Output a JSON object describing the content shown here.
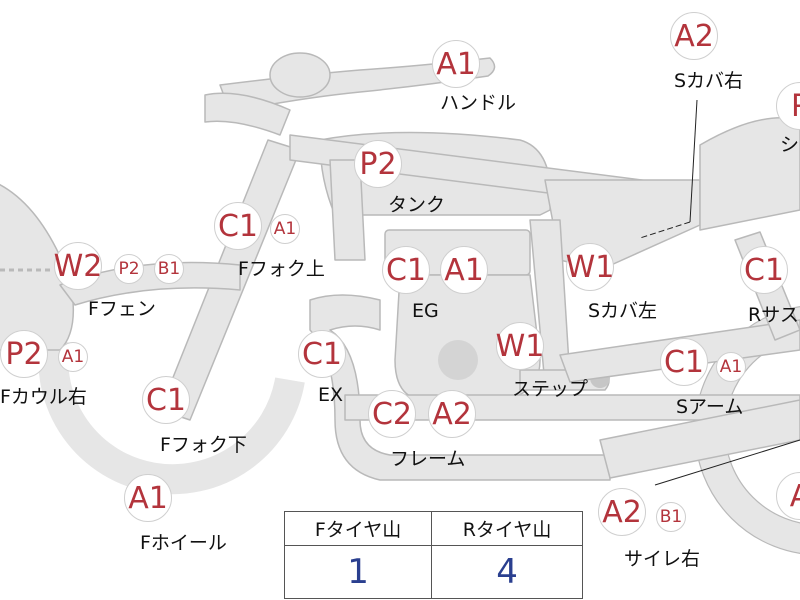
{
  "colors": {
    "body": "#e6e6e6",
    "outline": "#b9b9b9",
    "badge_text": "#b3343c",
    "table_value": "#2a3f8f"
  },
  "parts": {
    "handle": {
      "label": "ハンドル",
      "codes": [
        "A1"
      ]
    },
    "s_cover_r": {
      "label": "Sカバ右",
      "codes": [
        "A2"
      ]
    },
    "seat": {
      "label": "シ",
      "codes": [
        "P"
      ]
    },
    "tank": {
      "label": "タンク",
      "codes": [
        "P2"
      ]
    },
    "f_fork_up": {
      "label": "Fフォク上",
      "codes": [
        "C1",
        "A1"
      ]
    },
    "f_fender": {
      "label": "Fフェン",
      "codes": [
        "W2",
        "P2",
        "B1"
      ]
    },
    "engine": {
      "label": "EG",
      "codes": [
        "C1",
        "A1"
      ]
    },
    "s_cover_l": {
      "label": "Sカバ左",
      "codes": [
        "W1"
      ]
    },
    "r_sus": {
      "label": "Rサス",
      "codes": [
        "C1"
      ]
    },
    "f_cowl_r": {
      "label": "Fカウル右",
      "codes": [
        "P2",
        "A1"
      ]
    },
    "ex": {
      "label": "EX",
      "codes": [
        "C1"
      ]
    },
    "step": {
      "label": "ステップ",
      "codes": [
        "W1"
      ]
    },
    "s_arm": {
      "label": "Sアーム",
      "codes": [
        "C1",
        "A1"
      ]
    },
    "f_fork_low": {
      "label": "Fフォク下",
      "codes": [
        "C1"
      ]
    },
    "frame": {
      "label": "フレーム",
      "codes": [
        "C2",
        "A2"
      ]
    },
    "f_wheel": {
      "label": "Fホイール",
      "codes": [
        "A1"
      ]
    },
    "muffler_r": {
      "label": "サイレ右",
      "codes": [
        "A2",
        "B1"
      ]
    },
    "r_wheel": {
      "label": "",
      "codes": [
        "A"
      ]
    }
  },
  "tire_table": {
    "headers": [
      "Fタイヤ山",
      "Rタイヤ山"
    ],
    "values": [
      "1",
      "4"
    ]
  }
}
